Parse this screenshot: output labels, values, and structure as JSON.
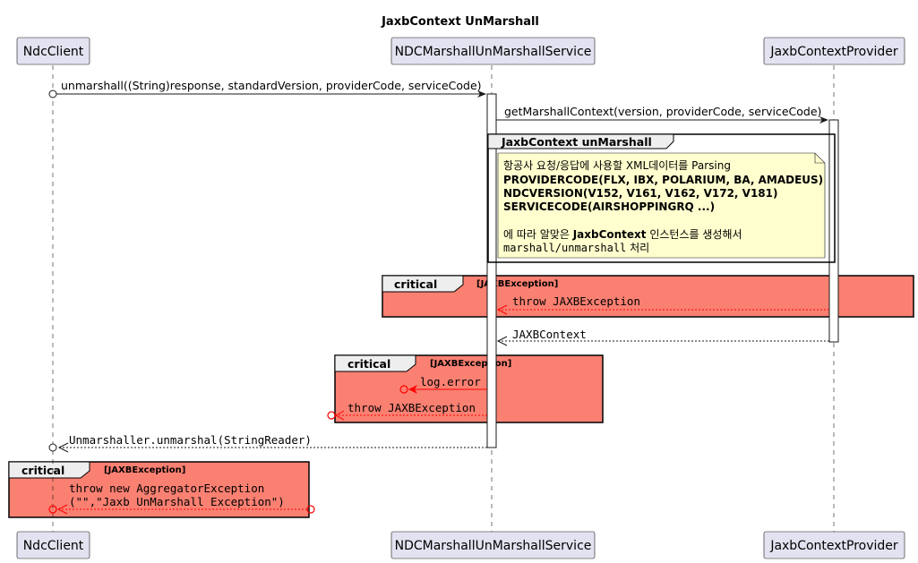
{
  "diagram": {
    "title": "JaxbContext UnMarshall",
    "participants": {
      "ndc_client": "NdcClient",
      "service": "NDCMarshallUnMarshallService",
      "provider": "JaxbContextProvider"
    },
    "messages": {
      "unmarshall_call": "unmarshall((String)response, standardVersion, providerCode, serviceCode)",
      "get_context_call": "getMarshallContext(version, providerCode, serviceCode)",
      "throw_jaxb_1": "throw JAXBException",
      "jaxb_context_return": "JAXBContext",
      "log_error": "log.error",
      "throw_jaxb_2": "throw JAXBException",
      "unmarshal_return": "Unmarshaller.unmarshal(StringReader)",
      "throw_aggregator_line1": "throw new AggregatorException",
      "throw_aggregator_line2": "(\"\",\"Jaxb UnMarshall Exception\")"
    },
    "group_frame": {
      "label": "JaxbContext unMarshall"
    },
    "note": {
      "line1": "항공사 요청/응답에 사용할 XML데이터를 Parsing",
      "line2": "PROVIDERCODE(FLX, IBX, POLARIUM, BA, AMADEUS)",
      "line3": "NDCVERSION(V152, V161, V162, V172, V181)",
      "line4": "SERVICECODE(AIRSHOPPINGRQ ...)",
      "line5_prefix": "에 따라 알맞은 ",
      "line5_bold": "JaxbContext",
      "line5_suffix": " 인스턴스를 생성해서",
      "line6_mono": "marshall/unmarshall",
      "line6_suffix": " 처리"
    },
    "critical_frames": {
      "label": "critical",
      "guard": "[JAXBException]"
    },
    "colors": {
      "participant_fill": "#e2e2f0",
      "participant_border": "#181818",
      "critical_fill": "#fa8072",
      "note_fill": "#fefece",
      "error_arrow": "#ff0000",
      "lifeline": "#181818"
    }
  }
}
